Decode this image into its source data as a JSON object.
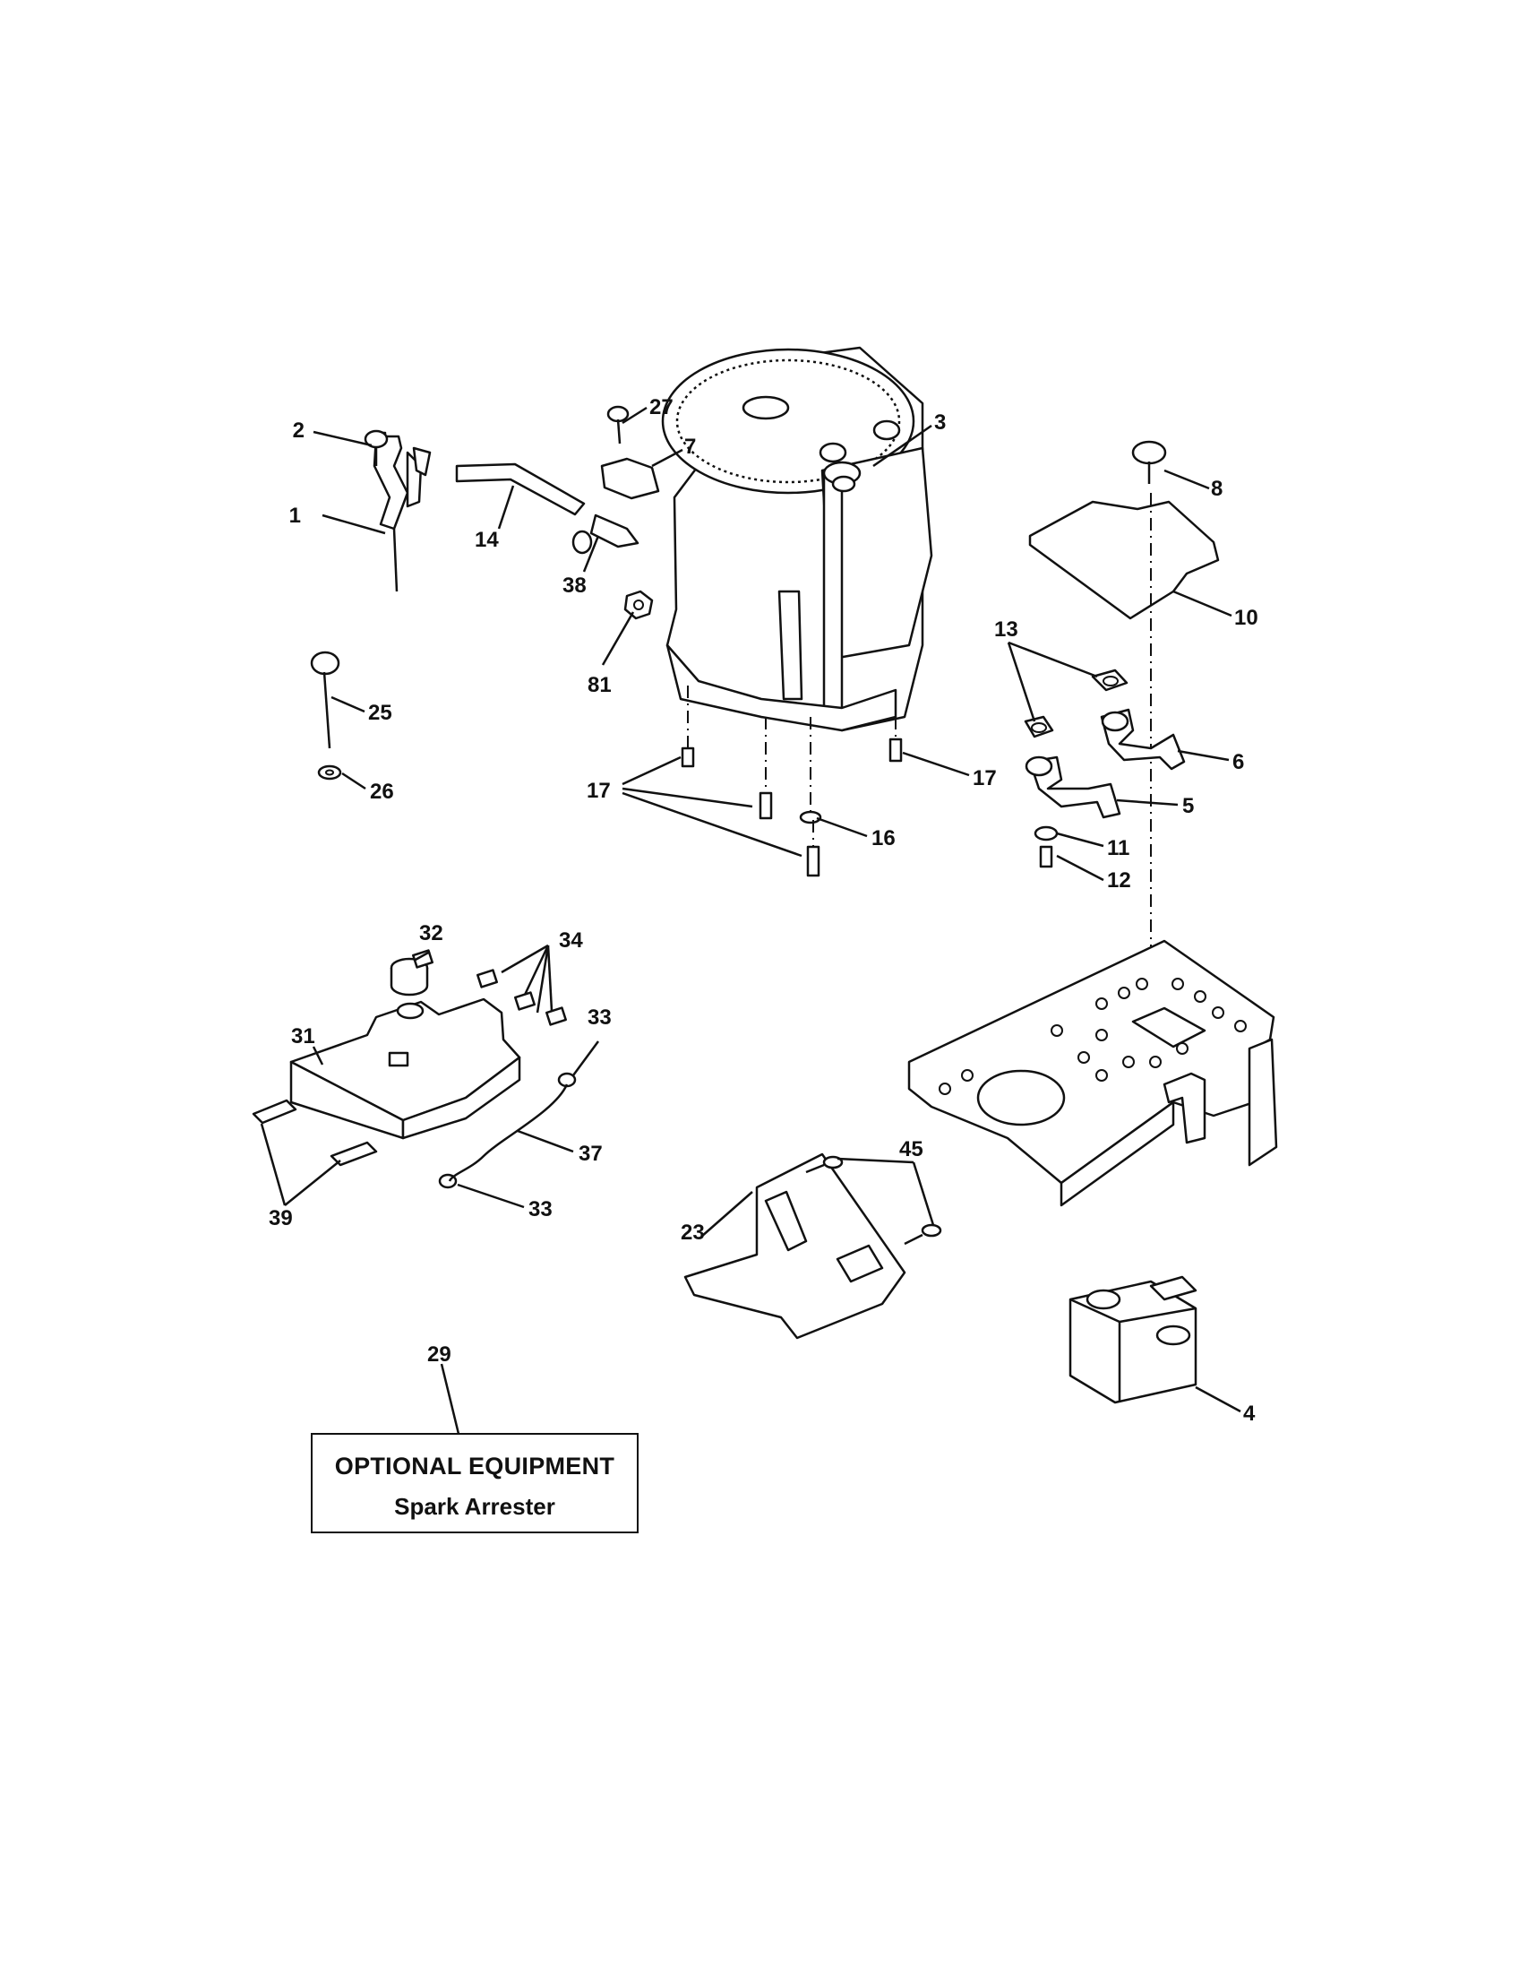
{
  "callouts": [
    {
      "id": "c1",
      "text": "1"
    },
    {
      "id": "c2",
      "text": "2"
    },
    {
      "id": "c3",
      "text": "3"
    },
    {
      "id": "c4",
      "text": "4"
    },
    {
      "id": "c5",
      "text": "5"
    },
    {
      "id": "c6",
      "text": "6"
    },
    {
      "id": "c7",
      "text": "7"
    },
    {
      "id": "c8",
      "text": "8"
    },
    {
      "id": "c10",
      "text": "10"
    },
    {
      "id": "c11",
      "text": "11"
    },
    {
      "id": "c12",
      "text": "12"
    },
    {
      "id": "c13",
      "text": "13"
    },
    {
      "id": "c14",
      "text": "14"
    },
    {
      "id": "c16",
      "text": "16"
    },
    {
      "id": "c17a",
      "text": "17"
    },
    {
      "id": "c17b",
      "text": "17"
    },
    {
      "id": "c23",
      "text": "23"
    },
    {
      "id": "c25",
      "text": "25"
    },
    {
      "id": "c26",
      "text": "26"
    },
    {
      "id": "c27",
      "text": "27"
    },
    {
      "id": "c29",
      "text": "29"
    },
    {
      "id": "c31",
      "text": "31"
    },
    {
      "id": "c32",
      "text": "32"
    },
    {
      "id": "c33a",
      "text": "33"
    },
    {
      "id": "c33b",
      "text": "33"
    },
    {
      "id": "c34",
      "text": "34"
    },
    {
      "id": "c37",
      "text": "37"
    },
    {
      "id": "c38",
      "text": "38"
    },
    {
      "id": "c39",
      "text": "39"
    },
    {
      "id": "c45",
      "text": "45"
    },
    {
      "id": "c81",
      "text": "81"
    }
  ],
  "optional_box": {
    "title": "OPTIONAL EQUIPMENT",
    "subtitle": "Spark Arrester"
  },
  "colors": {
    "ink": "#111111",
    "paper": "#ffffff"
  }
}
